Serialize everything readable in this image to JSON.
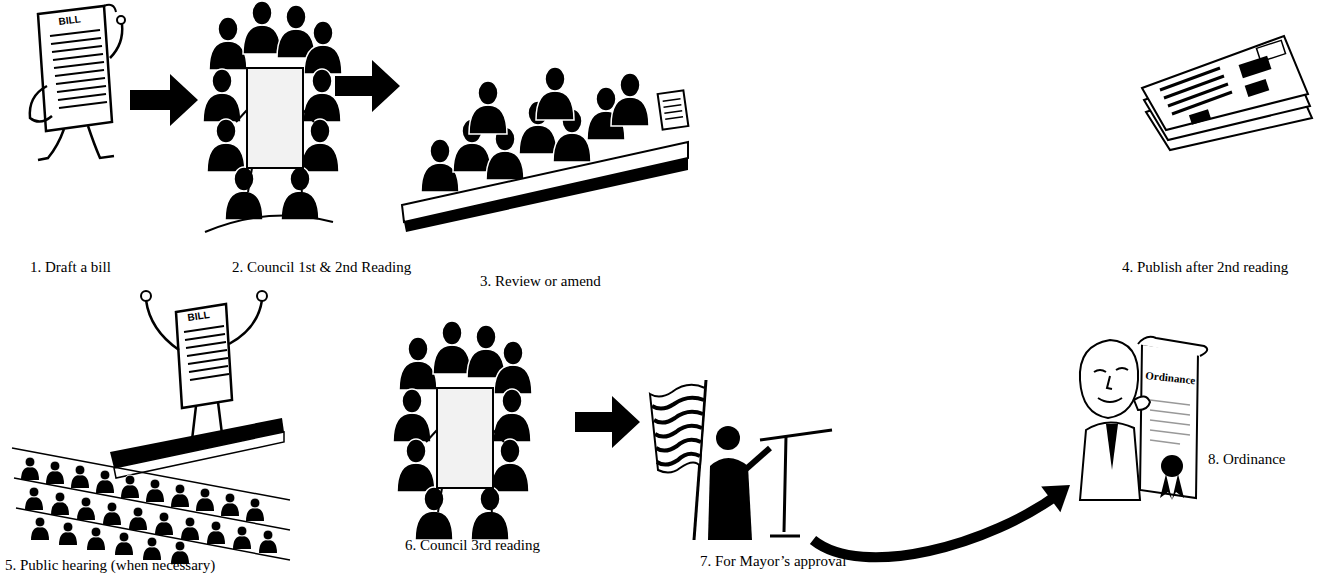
{
  "diagram": {
    "nodes": [
      {
        "text": [
          "1. Draft a bill"
        ]
      },
      {
        "text": [
          "2. Council 1st & 2nd Reading"
        ]
      },
      {
        "text": [
          "3. Review or amend"
        ]
      },
      {
        "text": [
          "4. Publish after 2nd reading"
        ]
      },
      {
        "text": [
          "5. Public hearing (when necessary)"
        ]
      },
      {
        "text": [
          "6. Council 3rd reading"
        ]
      },
      {
        "text": [
          "7. For Mayor’s approval"
        ]
      },
      {
        "text": [
          "8. Ordinance"
        ]
      }
    ],
    "edges": [
      {
        "from": 0,
        "to": 1,
        "arrow": "to"
      },
      {
        "from": 1,
        "to": 2,
        "arrow": "to"
      },
      {
        "from": 5,
        "to": 6,
        "arrow": "to"
      },
      {
        "from": 6,
        "to": 7,
        "arrow": "to"
      }
    ],
    "labels": [
      "BILL",
      "BILL",
      "Ordinance"
    ]
  }
}
